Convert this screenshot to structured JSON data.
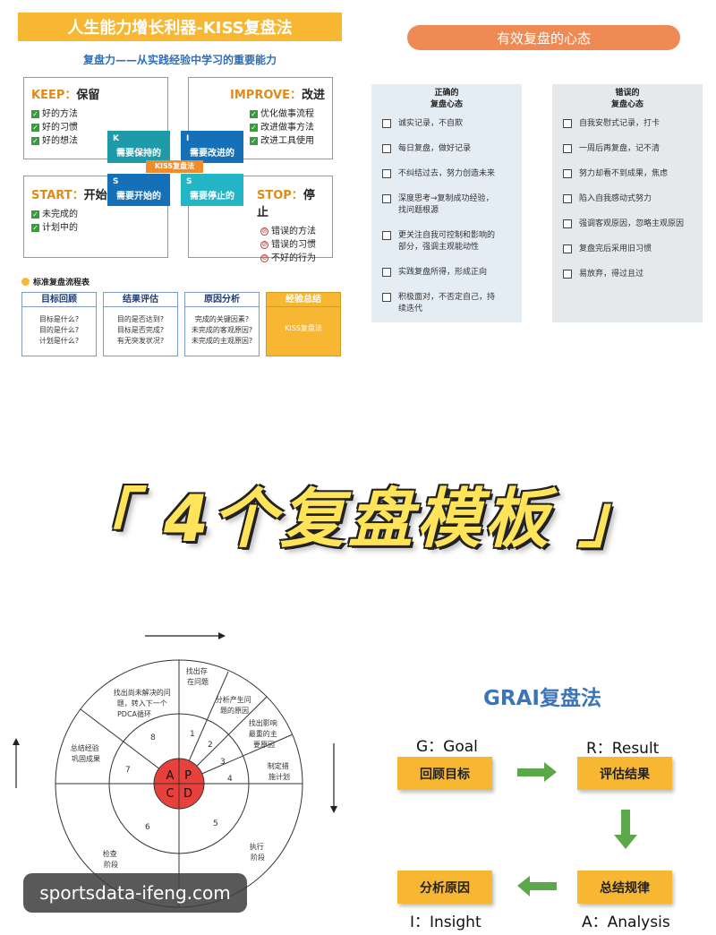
{
  "kiss": {
    "title": "人生能力增长利器-KISS复盘法",
    "subtitle": "复盘力——从实践经验中学习的重要能力",
    "keep": {
      "en": "KEEP：",
      "zh": "保留",
      "items": [
        "好的方法",
        "好的习惯",
        "好的想法"
      ]
    },
    "improve": {
      "en": "IMPROVE：",
      "zh": "改进",
      "items": [
        "优化做事流程",
        "改进做事方法",
        "改进工具使用"
      ]
    },
    "start": {
      "en": "START：",
      "zh": "开始",
      "items": [
        "未完成的",
        "计划中的"
      ]
    },
    "stop": {
      "en": "STOP：",
      "zh": "停止",
      "items": [
        "错误的方法",
        "错误的习惯",
        "不好的行为"
      ]
    },
    "quadrants": {
      "k": {
        "letter": "K",
        "text": "需要保持的"
      },
      "i": {
        "letter": "I",
        "text": "需要改进的"
      },
      "s1": {
        "letter": "S",
        "text": "需要开始的"
      },
      "s2": {
        "letter": "S",
        "text": "需要停止的"
      }
    },
    "center": "KISS复盘法",
    "flow_label": "标准复盘流程表",
    "flow": [
      {
        "title": "目标回顾",
        "lines": [
          "目标是什么?",
          "目的是什么?",
          "计划是什么?"
        ]
      },
      {
        "title": "结果评估",
        "lines": [
          "目的是否达到?",
          "目标是否完成?",
          "有无突发状况?"
        ]
      },
      {
        "title": "原因分析",
        "lines": [
          "完成的关键因素?",
          "未完成的客观原因?",
          "未完成的主观原因?"
        ]
      },
      {
        "title": "经验总结",
        "lines": [
          "KISS复盘法"
        ]
      }
    ]
  },
  "mindset": {
    "title": "有效复盘的心态",
    "right_header": [
      "正确的",
      "复盘心态"
    ],
    "wrong_header": [
      "错误的",
      "复盘心态"
    ],
    "right_items": [
      [
        "诚实记录，不自欺"
      ],
      [
        "每日复盘，做好记录"
      ],
      [
        "不纠结过去，努力创造未来"
      ],
      [
        "深度思考→复制成功经验，",
        "找问题根源"
      ],
      [
        "更关注自我可控制和影响的",
        "部分，强调主观能动性"
      ],
      [
        "实践复盘所得，形成正向"
      ],
      [
        "积极面对，不否定自己，持",
        "续迭代"
      ]
    ],
    "wrong_items": [
      [
        "自我安慰式记录，打卡"
      ],
      [
        "一周后再复盘，记不清"
      ],
      [
        "努力却看不到成果，焦虑"
      ],
      [
        "陷入自我感动式努力"
      ],
      [
        "强调客观原因，忽略主观原因"
      ],
      [
        "复盘完后采用旧习惯"
      ],
      [
        "易放弃，得过且过"
      ]
    ]
  },
  "big_title": "「 4个复盘模板 」",
  "pdca": {
    "center": [
      "A",
      "P",
      "C",
      "D"
    ],
    "numbers": [
      "1",
      "2",
      "3",
      "4",
      "5",
      "6",
      "7",
      "8"
    ],
    "labels": {
      "l1": [
        "找出存",
        "在问题"
      ],
      "l2": [
        "分析产生问",
        "题的原因"
      ],
      "l3": [
        "找出影响",
        "最重的主",
        "要原因"
      ],
      "l4": [
        "制定措",
        "施计划"
      ],
      "l5": [
        "执行",
        "阶段"
      ],
      "l6": [
        "检查",
        "阶段"
      ],
      "l7": [
        "总结经验",
        "巩固成果"
      ],
      "l8": [
        "找出尚未解决的问",
        "题，转入下一个",
        "PDCA循环"
      ]
    }
  },
  "grai": {
    "title": "GRAI复盘法",
    "g_label": "G：Goal",
    "r_label": "R：Result",
    "i_label": "I：Insight",
    "a_label": "A：Analysis",
    "g_box": "回顾目标",
    "r_box": "评估结果",
    "a_box": "总结规律",
    "i_box": "分析原因",
    "arrow_color": "#5aa84a"
  },
  "watermark": "sportsdata-ifeng.com"
}
